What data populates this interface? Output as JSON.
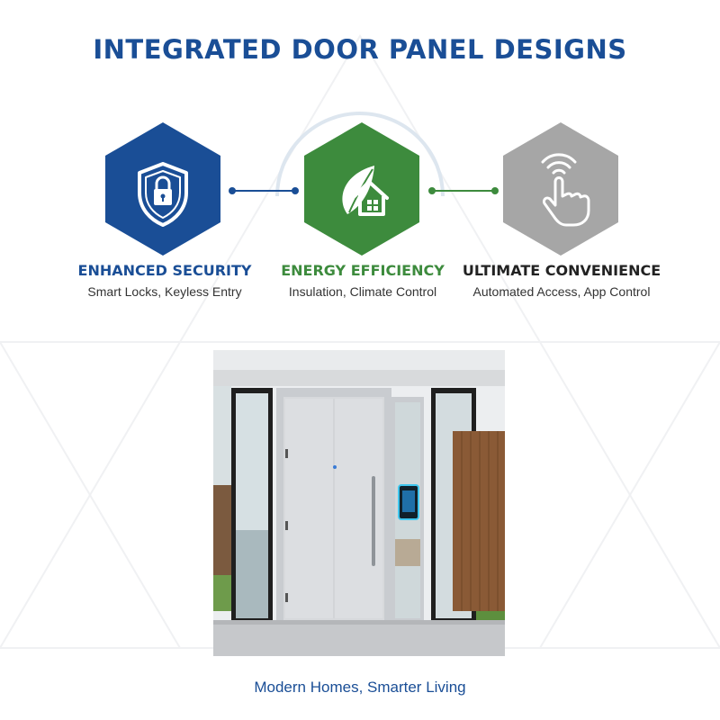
{
  "title": "INTEGRATED DOOR PANEL DESIGNS",
  "features": [
    {
      "title": "ENHANCED SECURITY",
      "subtitle": "Smart Locks, Keyless Entry",
      "icon": "shield-lock-icon",
      "color": "#1a4e96"
    },
    {
      "title": "ENERGY EFFICIENCY",
      "subtitle": "Insulation, Climate Control",
      "icon": "leaf-house-icon",
      "color": "#3d8b3d"
    },
    {
      "title": "ULTIMATE CONVENIENCE",
      "subtitle": "Automated Access, App Control",
      "icon": "touch-wave-icon",
      "color": "#222222",
      "hex_color": "#a6a6a6"
    }
  ],
  "caption": "Modern Homes, Smarter Living"
}
